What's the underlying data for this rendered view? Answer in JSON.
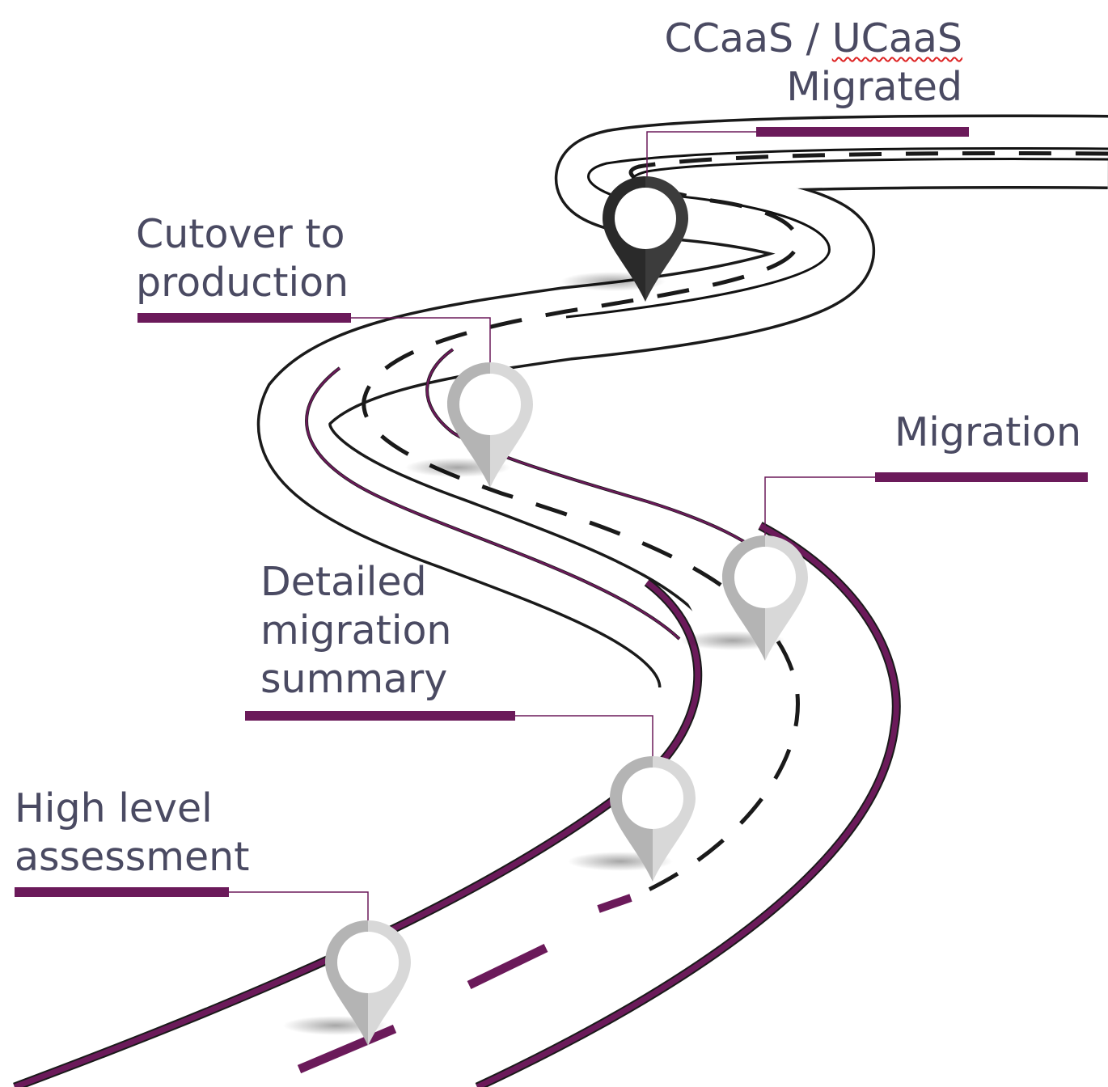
{
  "colors": {
    "accent": "#6b1a5a",
    "text": "#4a4a62",
    "road_edge_dark": "#1a1a1a",
    "pin_dark": "#2b2b2b",
    "pin_light": "#c8c8c8"
  },
  "milestones": [
    {
      "id": "high-level-assessment",
      "lines": [
        "High level",
        "assessment"
      ],
      "pin": "map-pin-icon",
      "pin_style": "light"
    },
    {
      "id": "detailed-migration-summary",
      "lines": [
        "Detailed",
        "migration",
        "summary"
      ],
      "pin": "map-pin-icon",
      "pin_style": "light"
    },
    {
      "id": "migration",
      "lines": [
        "Migration"
      ],
      "pin": "map-pin-icon",
      "pin_style": "light"
    },
    {
      "id": "cutover-to-production",
      "lines": [
        "Cutover to",
        "production"
      ],
      "pin": "map-pin-icon",
      "pin_style": "light"
    },
    {
      "id": "ccaas-ucaas-migrated",
      "lines": [
        "CCaaS / UCaaS",
        "Migrated"
      ],
      "pin": "map-pin-icon",
      "pin_style": "dark",
      "spellcheck_word": "UCaaS"
    }
  ]
}
